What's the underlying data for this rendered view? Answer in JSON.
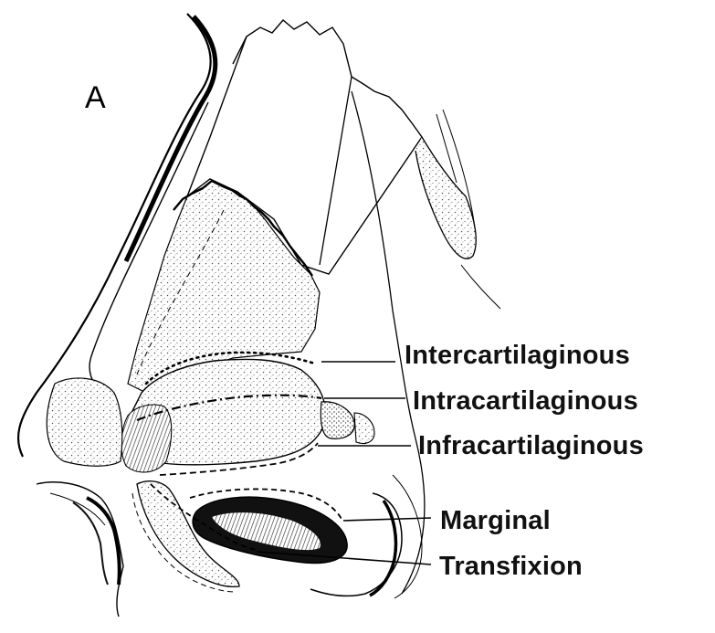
{
  "figure": {
    "panel_letter": "A",
    "incision_labels": [
      "Intercartilaginous",
      "Intracartilaginous",
      "Infracartilaginous",
      "Marginal",
      "Transfixion"
    ]
  }
}
